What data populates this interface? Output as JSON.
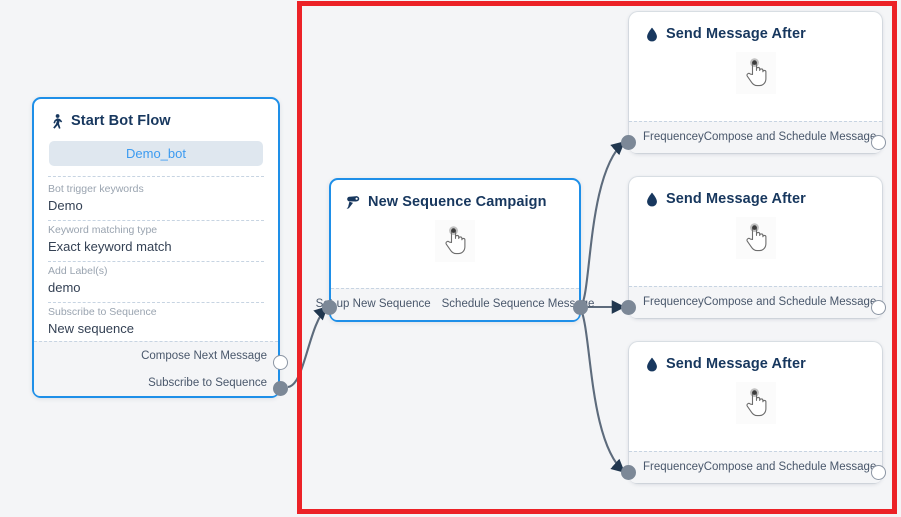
{
  "canvas": {
    "background_color": "#f4f5f7",
    "highlight_color": "#ec2227"
  },
  "nodes": {
    "start_bot_flow": {
      "title": "Start Bot Flow",
      "icon": "running-person-icon",
      "bot_pill": "Demo_bot",
      "fields": [
        {
          "label": "Bot trigger keywords",
          "value": "Demo"
        },
        {
          "label": "Keyword matching type",
          "value": "Exact keyword match"
        },
        {
          "label": "Add Label(s)",
          "value": "demo"
        },
        {
          "label": "Subscribe to Sequence",
          "value": "New sequence"
        }
      ],
      "outputs": [
        {
          "label": "Compose Next Message",
          "port": "hollow"
        },
        {
          "label": "Subscribe to Sequence",
          "port": "filled"
        }
      ]
    },
    "new_sequence_campaign": {
      "title": "New Sequence Campaign",
      "icon": "sequence-campaign-icon",
      "body_icon": "hand-pointer-cursor",
      "footer_left": "Set-up New Sequence",
      "footer_right": "Schedule Sequence Message"
    },
    "send_message_after": [
      {
        "title": "Send Message After",
        "icon": "water-drop-icon",
        "body_icon": "hand-pointer-cursor",
        "footer_left": "Frequencey",
        "footer_right": "Compose and Schedule Message"
      },
      {
        "title": "Send Message After",
        "icon": "water-drop-icon",
        "body_icon": "hand-pointer-cursor",
        "footer_left": "Frequencey",
        "footer_right": "Compose and Schedule Message"
      },
      {
        "title": "Send Message After",
        "icon": "water-drop-icon",
        "body_icon": "hand-pointer-cursor",
        "footer_left": "Frequencey",
        "footer_right": "Compose and Schedule Message"
      }
    ]
  }
}
